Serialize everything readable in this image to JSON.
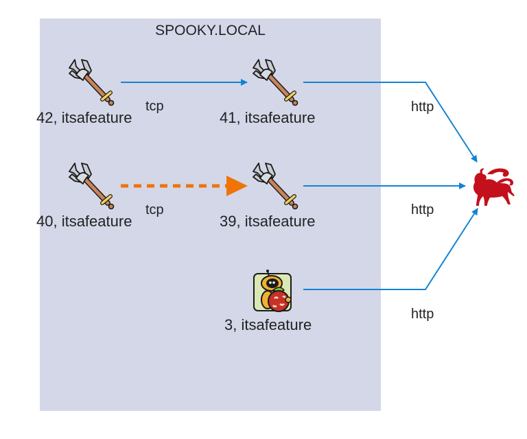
{
  "colors": {
    "group_fill": "#d3d7e8",
    "edge_blue": "#1382d4",
    "edge_orange": "#f07308",
    "target_red": "#c4101c",
    "text": "#222222"
  },
  "group": {
    "title": "SPOOKY.LOCAL"
  },
  "nodes": [
    {
      "id": "n42",
      "label": "42, itsafeature",
      "icon": "trident-icon"
    },
    {
      "id": "n41",
      "label": "41, itsafeature",
      "icon": "trident-icon"
    },
    {
      "id": "n40",
      "label": "40, itsafeature",
      "icon": "trident-icon"
    },
    {
      "id": "n39",
      "label": "39, itsafeature",
      "icon": "trident-icon"
    },
    {
      "id": "n3",
      "label": "3, itsafeature",
      "icon": "robot-apple-icon"
    },
    {
      "id": "target",
      "label": "",
      "icon": "chimera-lion-icon"
    }
  ],
  "edges": [
    {
      "from": "n42",
      "to": "n41",
      "label": "tcp",
      "style": "solid",
      "color": "edge_blue"
    },
    {
      "from": "n40",
      "to": "n39",
      "label": "tcp",
      "style": "dashed",
      "color": "edge_orange"
    },
    {
      "from": "n41",
      "to": "target",
      "label": "http",
      "style": "solid",
      "color": "edge_blue"
    },
    {
      "from": "n39",
      "to": "target",
      "label": "http",
      "style": "solid",
      "color": "edge_blue"
    },
    {
      "from": "n3",
      "to": "target",
      "label": "http",
      "style": "solid",
      "color": "edge_blue"
    }
  ]
}
